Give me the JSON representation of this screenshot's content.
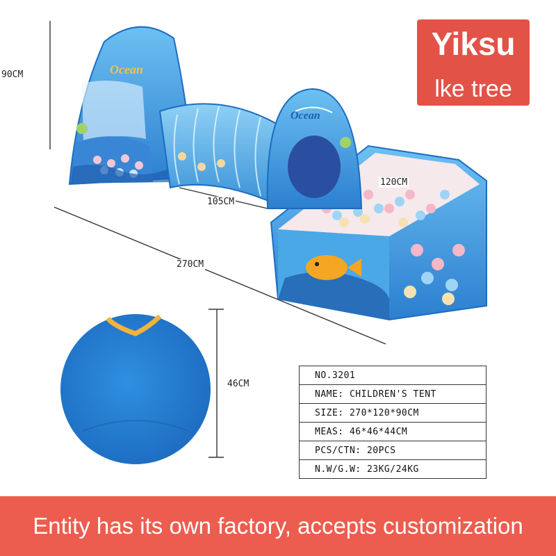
{
  "brand": {
    "name": "Yiksu",
    "tagline": "lke tree"
  },
  "dimensions": {
    "height": "90CM",
    "tunnel": "105CM",
    "pool": "120CM",
    "total": "270CM",
    "folded": "46CM"
  },
  "print": {
    "ocean_left": "Ocean",
    "ocean_right": "Ocean"
  },
  "specs": [
    "NO.3201",
    "NAME: CHILDREN'S TENT",
    "SIZE: 270*120*90CM",
    "MEAS: 46*46*44CM",
    "PCS/CTN: 20PCS",
    "N.W/G.W: 23KG/24KG"
  ],
  "banner": {
    "text": "Entity has its own factory, accepts customization"
  },
  "colors": {
    "accent_red": "#ec5d4f",
    "tent_blue": "#4aa8e6"
  }
}
